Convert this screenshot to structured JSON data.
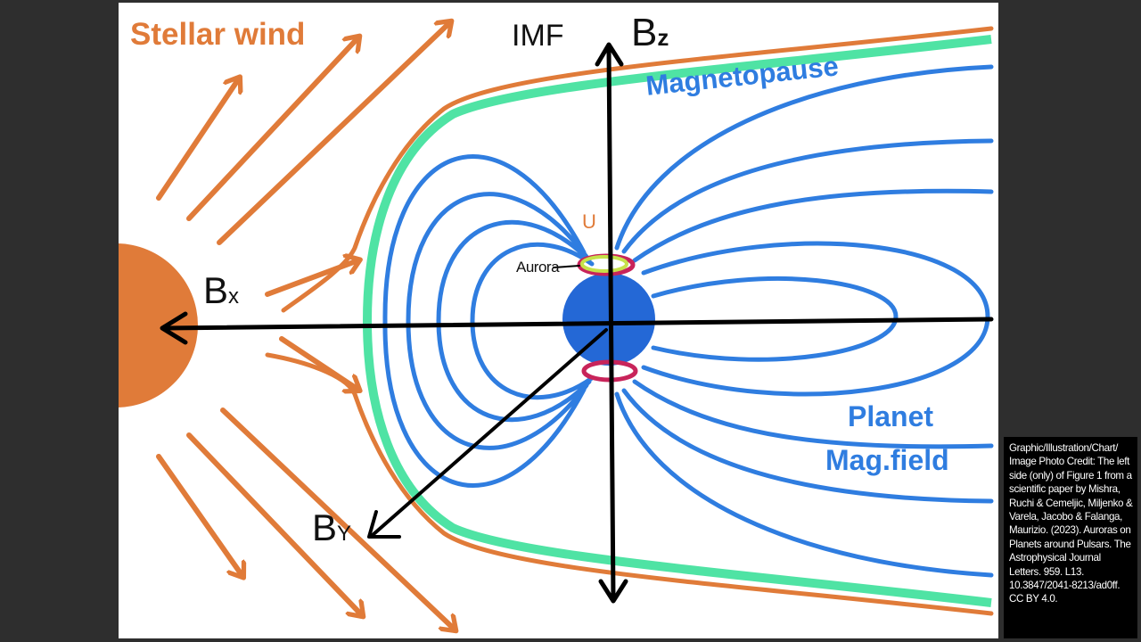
{
  "labels": {
    "stellar_wind": "Stellar wind",
    "imf": "IMF",
    "bz": "B",
    "bz_sub": "z",
    "magnetopause": "Magnetopause",
    "bx": "B",
    "bx_sub": "x",
    "by": "B",
    "by_sub": "Y",
    "aurora": "Aurora",
    "planet": "Planet",
    "mag_field": "Mag.field",
    "u": "U"
  },
  "caption": "Graphic/Illustration/Chart/ Image Photo Credit: The left side (only) of Figure 1 from a scientific paper by Mishra, Ruchi & Cemeljic, Miljenko & Varela, Jacobo & Falanga, Maurizio. (2023). Auroras on Planets around Pulsars. The Astrophysical Journal Letters. 959. L13. 10.3847/2041-8213/ad0ff. CC BY 4.0.",
  "colors": {
    "wind": "#e07b39",
    "magnetopause": "#4fe3a4",
    "field": "#2f7de0",
    "planet": "#2468d6",
    "aurora_ring": "#c8245a",
    "aurora_inner": "#c6e24a",
    "axes": "#000000",
    "star": "#e07b39"
  }
}
